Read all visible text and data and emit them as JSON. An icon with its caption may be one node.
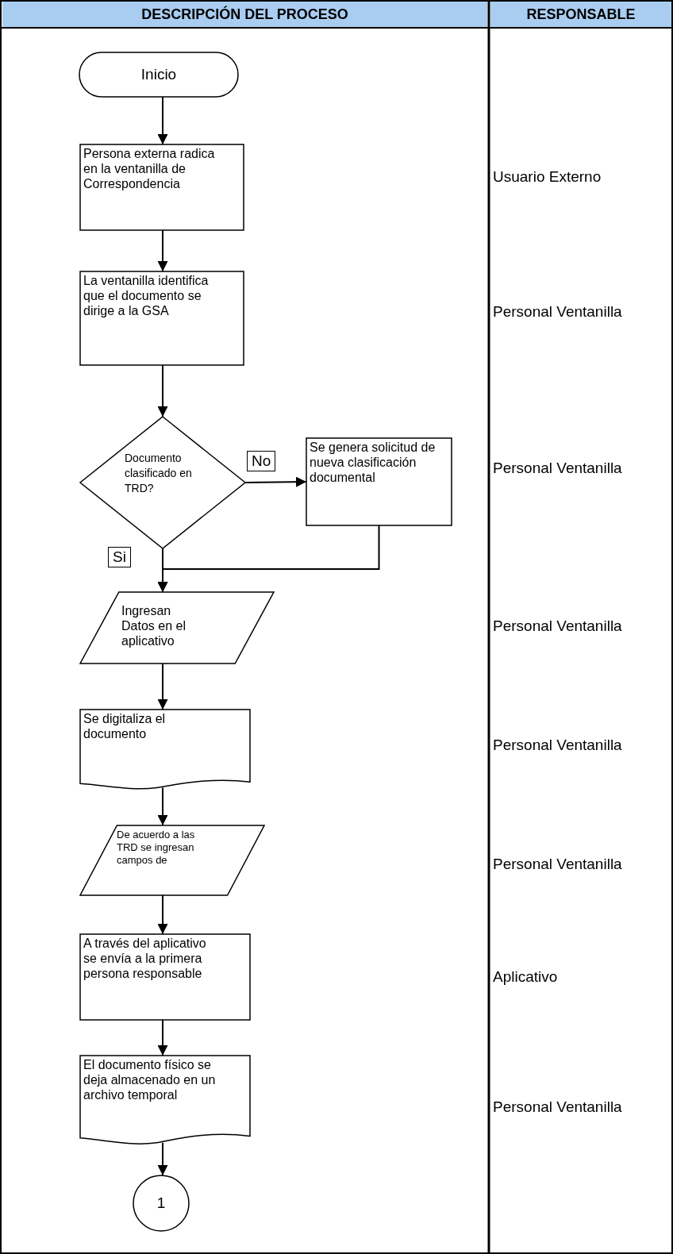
{
  "diagram": {
    "nodes": [
      {
        "text": [
          "Inicio"
        ]
      },
      {
        "text": [
          "Persona externa radica en la ventanilla de Correspondencia"
        ]
      },
      {
        "text": [
          "La ventanilla identifica que el documento se dirige a la GSA"
        ]
      },
      {
        "text": [
          "Documento clasificado en TRD?"
        ]
      },
      {
        "text": [
          "Se genera solicitud de nueva clasificación documental"
        ]
      },
      {
        "text": [
          "Ingresan Datos en el aplicativo"
        ]
      },
      {
        "text": [
          "Se digitaliza el documento"
        ]
      },
      {
        "text": [
          "De acuerdo a las TRD se ingresan campos de"
        ]
      },
      {
        "text": [
          "A través del aplicativo se envía a la primera persona responsable"
        ]
      },
      {
        "text": [
          "El documento físico se deja almacenado en un archivo temporal"
        ]
      },
      {
        "text": [
          "1"
        ]
      }
    ],
    "edges": [
      {
        "from": 0,
        "to": 1,
        "arrow": "to"
      },
      {
        "from": 1,
        "to": 2,
        "arrow": "to"
      },
      {
        "from": 2,
        "to": 3,
        "arrow": "to"
      },
      {
        "from": 3,
        "to": 4,
        "arrow": "to",
        "label": "No"
      },
      {
        "from": 3,
        "to": 5,
        "arrow": "to",
        "label": "Si"
      },
      {
        "from": 4,
        "to": 5,
        "arrow": "to"
      },
      {
        "from": 5,
        "to": 6,
        "arrow": "to"
      },
      {
        "from": 6,
        "to": 7,
        "arrow": "to"
      },
      {
        "from": 7,
        "to": 8,
        "arrow": "to"
      },
      {
        "from": 8,
        "to": 9,
        "arrow": "to"
      },
      {
        "from": 9,
        "to": 10,
        "arrow": "to"
      }
    ],
    "labels": [
      "DESCRIPCIÓN DEL PROCESO",
      "RESPONSABLE",
      "Usuario Externo",
      "Personal Ventanilla",
      "Personal Ventanilla",
      "Personal Ventanilla",
      "Personal Ventanilla",
      "Personal Ventanilla",
      "Aplicativo",
      "Personal Ventanilla"
    ]
  }
}
